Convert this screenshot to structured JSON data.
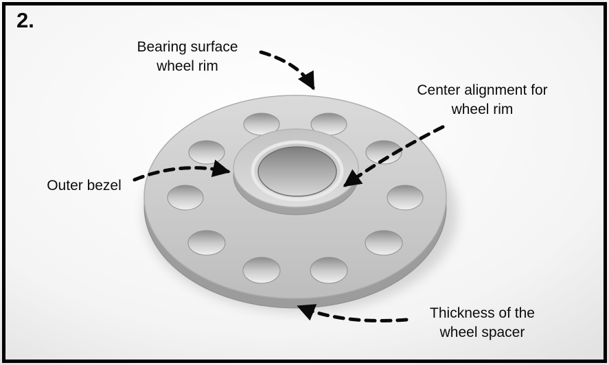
{
  "figure": {
    "step_number": "2.",
    "labels": {
      "bearing_surface": "Bearing surface\nwheel rim",
      "center_alignment": "Center alignment for\nwheel rim",
      "outer_bezel": "Outer bezel",
      "thickness": "Thickness of the\nwheel spacer"
    },
    "photo_subject": "wheel-spacer-photo",
    "colors": {
      "frame_border": "#000000",
      "annotation_arrows": "#0a0a0a"
    }
  }
}
